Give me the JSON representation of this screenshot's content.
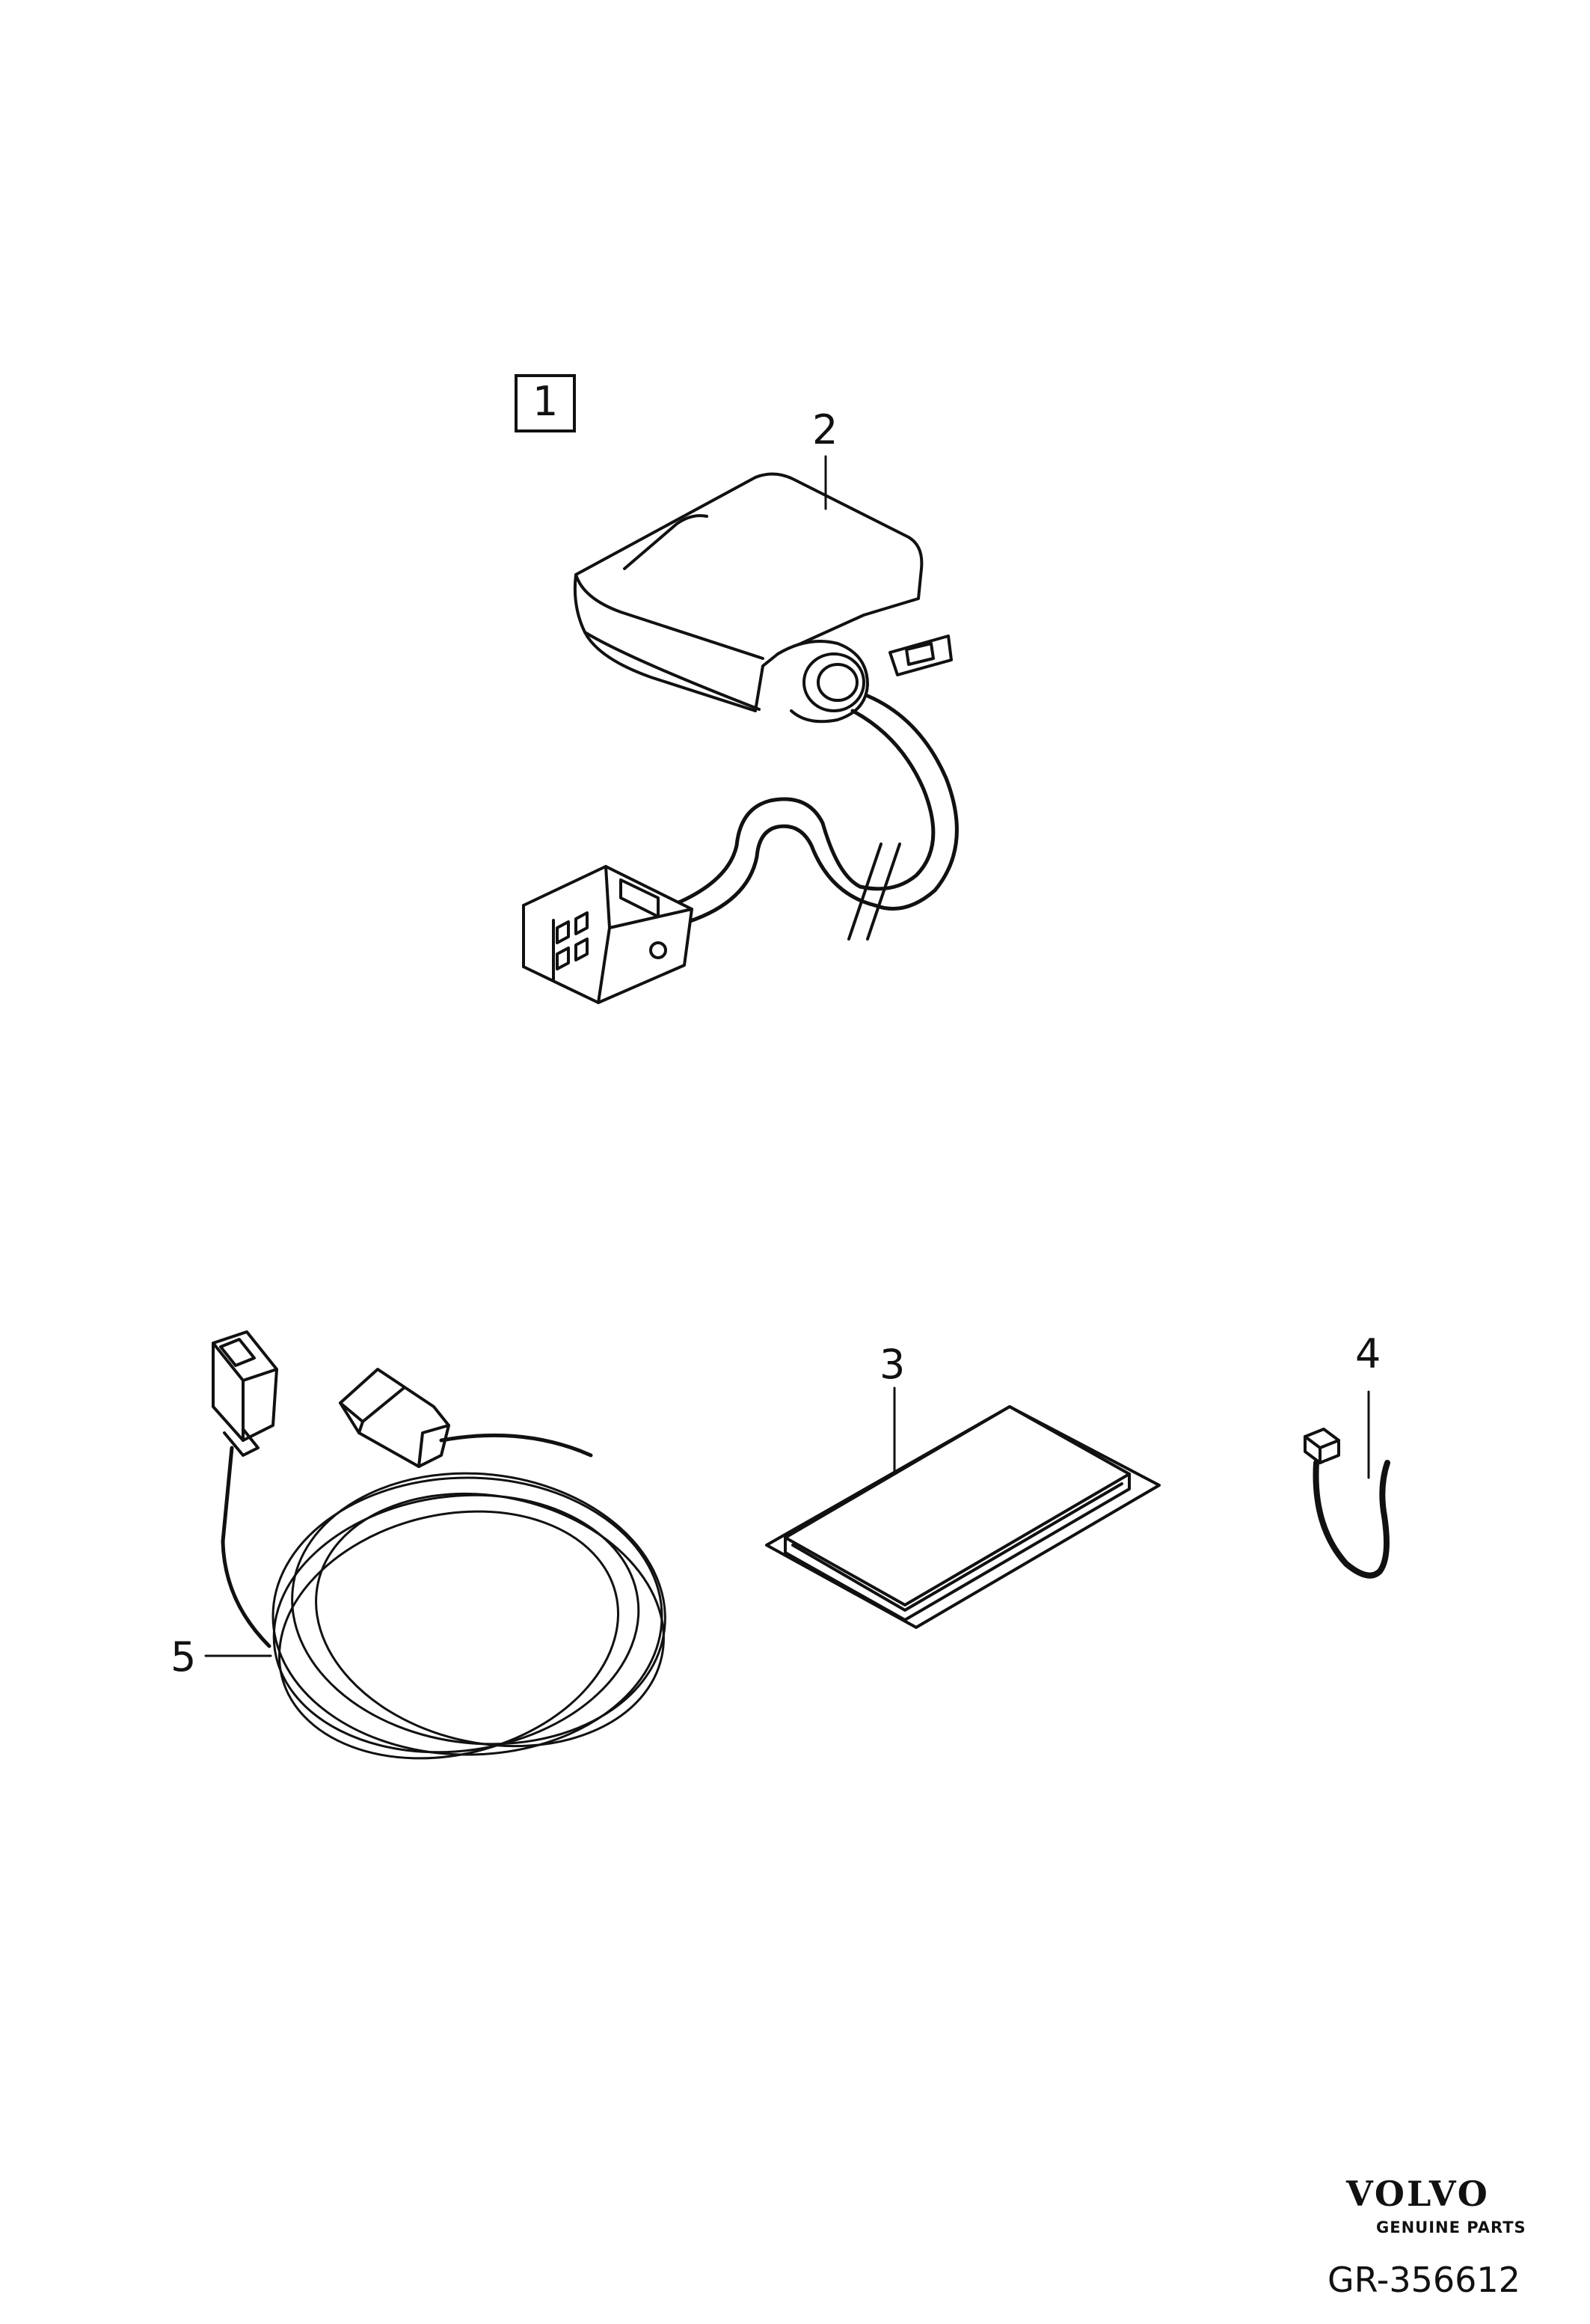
{
  "callouts": {
    "kit": "1",
    "module": "2",
    "pad": "3",
    "tie": "4",
    "cable": "5"
  },
  "branding": {
    "logo_text": "VOLVO",
    "logo_subtitle": "GENUINE PARTS",
    "reference": "GR-356612"
  }
}
